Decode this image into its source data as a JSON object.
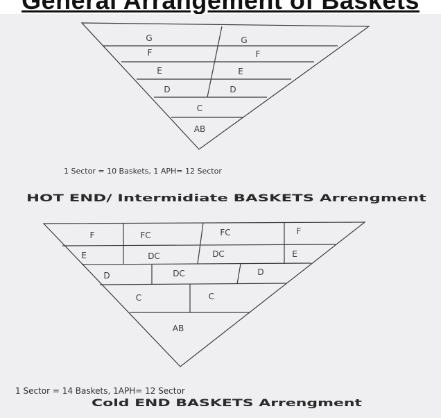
{
  "title": "General Arrangement of Baskets",
  "hot_end": {
    "labels": [
      "G",
      "G",
      "F",
      "F",
      "E",
      "E",
      "D",
      "D",
      "C",
      "AB"
    ],
    "note": "1 Sector = 10 Baskets, 1 APH= 12 Sector",
    "heading": "HOT END/ Intermidiate BASKETS Arrengment"
  },
  "cold_end": {
    "labels": [
      "F",
      "FC",
      "FC",
      "F",
      "E",
      "DC",
      "DC",
      "E",
      "D",
      "DC",
      "D",
      "C",
      "C",
      "AB"
    ],
    "note": "1 Sector = 14 Baskets, 1APH= 12 Sector",
    "heading": "Cold END BASKETS Arrengment"
  }
}
